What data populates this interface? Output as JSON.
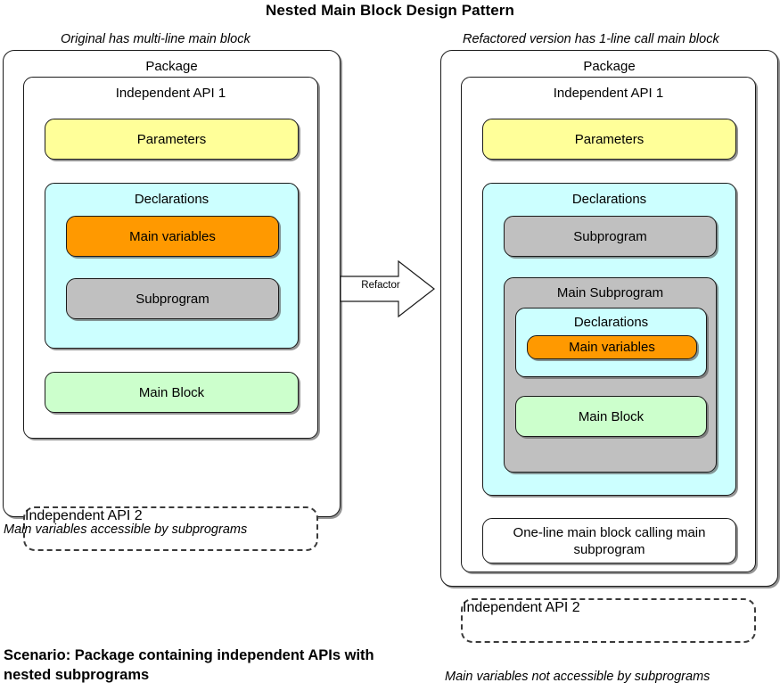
{
  "title": "Nested Main Block Design Pattern",
  "colors": {
    "parameters": "#FFFF99",
    "declarations": "#CCFFFF",
    "main_variables": "#FF9900",
    "subprogram": "#C0C0C0",
    "main_block": "#CCFFCC",
    "plain": "#FFFFFF",
    "stroke": "#1A1A1A"
  },
  "left": {
    "caption": "Original has multi-line main block",
    "package_label": "Package",
    "api1_label": "Independent API 1",
    "parameters_label": "Parameters",
    "declarations_label": "Declarations",
    "main_variables_label": "Main variables",
    "subprogram_label": "Subprogram",
    "main_block_label": "Main Block",
    "api2_label": "Independent API 2",
    "note": "Main variables accessible by subprograms"
  },
  "arrow": {
    "label": "Refactor",
    "direction": "right"
  },
  "right": {
    "caption": "Refactored version has 1-line call main block",
    "package_label": "Package",
    "api1_label": "Independent API 1",
    "parameters_label": "Parameters",
    "declarations_label": "Declarations",
    "subprogram_label": "Subprogram",
    "main_subprogram_label": "Main Subprogram",
    "inner_declarations_label": "Declarations",
    "main_variables_label": "Main variables",
    "main_block_label": "Main Block",
    "one_line_main_block_label": "One-line main block calling main subprogram",
    "api2_label": "Independent API 2",
    "note": "Main variables not accessible by subprograms"
  },
  "scenario": "Scenario: Package containing independent APIs with nested subprograms"
}
